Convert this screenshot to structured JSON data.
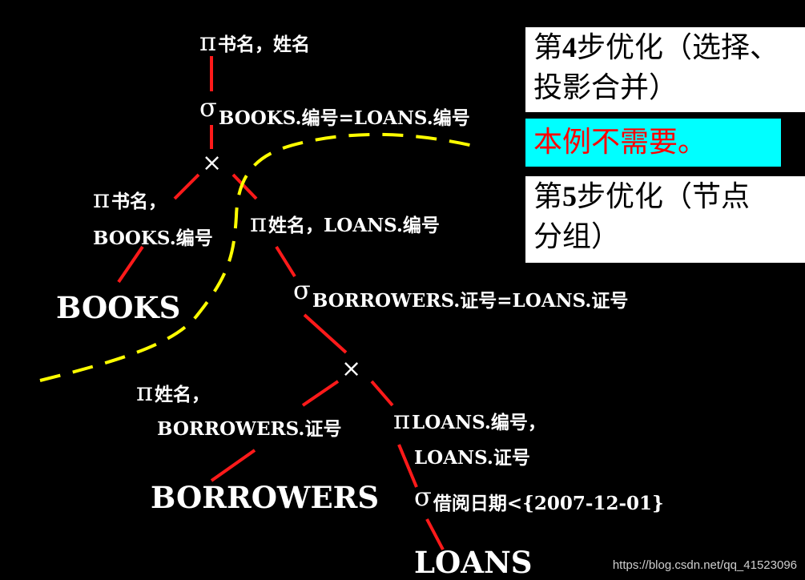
{
  "tree": {
    "top_projection": {
      "op": "π",
      "attrs": "书名，姓名"
    },
    "top_selection": {
      "op": "σ",
      "cond": "BOOKS.编号=LOANS.编号"
    },
    "join_symbol_1": "×",
    "left_projection": {
      "op": "π",
      "attrs_line1": "书名，",
      "attrs_line2": "BOOKS.编号"
    },
    "right_projection": {
      "op": "π",
      "attrs": "姓名，LOANS.编号"
    },
    "books_relation": "BOOKS",
    "mid_selection": {
      "op": "σ",
      "cond": "BORROWERS.证号=LOANS.证号"
    },
    "join_symbol_2": "×",
    "borrowers_projection": {
      "op": "π",
      "attrs_line1": "姓名，",
      "attrs_line2": "BORROWERS.证号"
    },
    "loans_projection": {
      "op": "π",
      "attrs_line1": "LOANS.编号，",
      "attrs_line2": "LOANS.证号"
    },
    "borrowers_relation": "BORROWERS",
    "date_selection": {
      "op": "σ",
      "cond": "借阅日期<{2007-12-01}"
    },
    "loans_relation": "LOANS"
  },
  "notes": {
    "step4_prefix": "第",
    "step4_num": "4",
    "step4_rest": "步优化（选择、",
    "step4_line2": "投影合并）",
    "not_needed": "本例不需要。",
    "step5_prefix": "第",
    "step5_num": "5",
    "step5_rest": "步优化（节点",
    "step5_line2": "分组）"
  },
  "watermark": "https://blog.csdn.net/qq_41523096",
  "colors": {
    "background": "#000000",
    "edge": "#ff0000",
    "group_boundary": "#ffff00",
    "highlight_box": "#00ffff",
    "highlight_text": "#ff0000"
  }
}
